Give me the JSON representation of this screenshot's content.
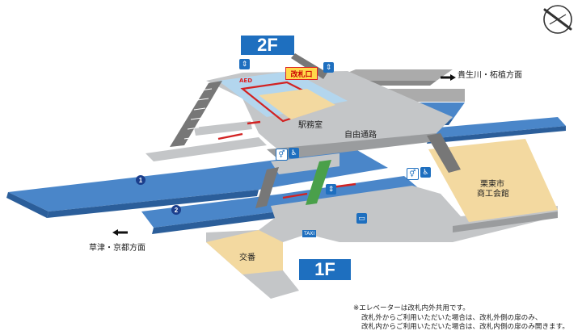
{
  "floors": {
    "upper": "2F",
    "lower": "1F"
  },
  "gate": {
    "label": "改札口"
  },
  "rooms": {
    "station_office": "駅務室",
    "free_passage": "自由通路",
    "police_box": "交番",
    "commerce_hall_line1": "栗東市",
    "commerce_hall_line2": "商工会館"
  },
  "directions": {
    "east": "貴生川・柘植方面",
    "west": "草津・京都方面"
  },
  "tracks": [
    "1",
    "2"
  ],
  "icons": {
    "aed": "AED",
    "taxi": "TAXI",
    "bus": "bus-icon",
    "elevator": "elevator-icon",
    "restroom": "restroom-icon",
    "wheelchair": "wheelchair-icon",
    "compass": "compass-icon"
  },
  "notes": [
    "※エレベーターは改札内外共用です。",
    "改札外からご利用いただいた場合は、改札外側の扉のみ、",
    "改札内からご利用いただいた場合は、改札内側の扉のみ開きます。"
  ],
  "colors": {
    "platform": "#4a86c9",
    "concourse": "#c4c6c8",
    "floor_tag": "#1e6fbf",
    "route": "#d22222",
    "shop": "#f3d9a0"
  }
}
